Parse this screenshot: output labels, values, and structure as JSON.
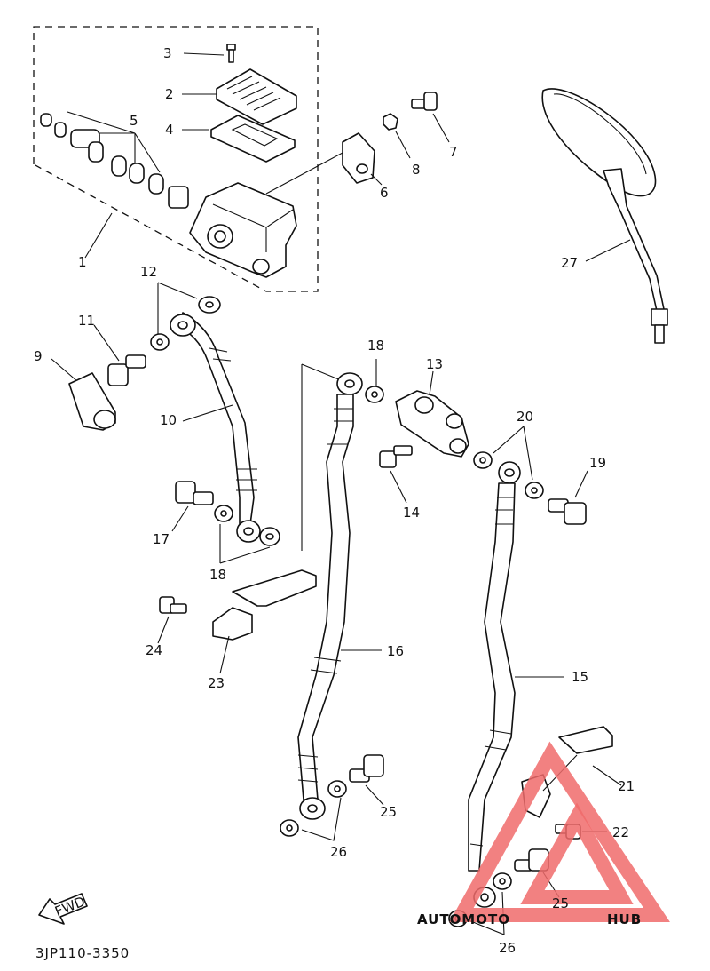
{
  "diagram_code": "3JP110-3350",
  "fwd_label": "FWD",
  "watermark": {
    "part1": "AUTOMOTO",
    "part2": "HUB"
  },
  "callouts": [
    {
      "id": "c1",
      "label": "1"
    },
    {
      "id": "c2",
      "label": "2"
    },
    {
      "id": "c3",
      "label": "3"
    },
    {
      "id": "c4",
      "label": "4"
    },
    {
      "id": "c5",
      "label": "5"
    },
    {
      "id": "c6",
      "label": "6"
    },
    {
      "id": "c7",
      "label": "7"
    },
    {
      "id": "c8",
      "label": "8"
    },
    {
      "id": "c9",
      "label": "9"
    },
    {
      "id": "c10",
      "label": "10"
    },
    {
      "id": "c11",
      "label": "11"
    },
    {
      "id": "c12",
      "label": "12"
    },
    {
      "id": "c13",
      "label": "13"
    },
    {
      "id": "c14",
      "label": "14"
    },
    {
      "id": "c15",
      "label": "15"
    },
    {
      "id": "c16",
      "label": "16"
    },
    {
      "id": "c17",
      "label": "17"
    },
    {
      "id": "c18a",
      "label": "18"
    },
    {
      "id": "c18b",
      "label": "18"
    },
    {
      "id": "c19",
      "label": "19"
    },
    {
      "id": "c20",
      "label": "20"
    },
    {
      "id": "c21",
      "label": "21"
    },
    {
      "id": "c22",
      "label": "22"
    },
    {
      "id": "c23",
      "label": "23"
    },
    {
      "id": "c24",
      "label": "24"
    },
    {
      "id": "c25a",
      "label": "25"
    },
    {
      "id": "c25b",
      "label": "25"
    },
    {
      "id": "c26a",
      "label": "26"
    },
    {
      "id": "c26b",
      "label": "26"
    },
    {
      "id": "c27",
      "label": "27"
    }
  ]
}
